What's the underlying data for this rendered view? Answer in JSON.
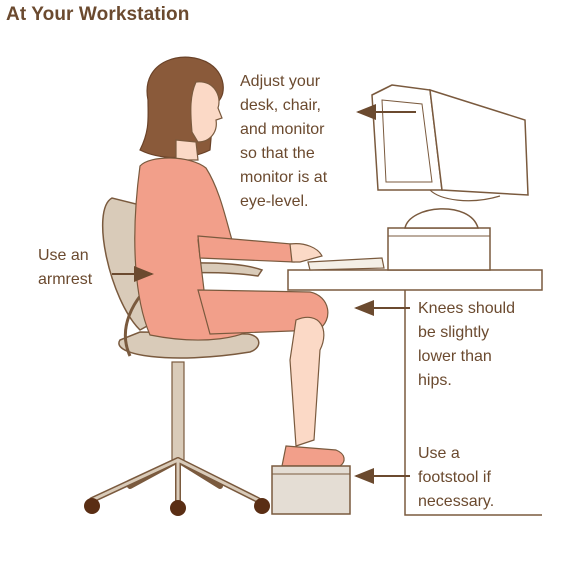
{
  "title": "At Your Workstation",
  "annotations": {
    "monitor": "Adjust your\ndesk, chair,\nand monitor\nso that the\nmonitor is at\neye-level.",
    "armrest": "Use an\narmrest",
    "knees": "Knees should\nbe slightly\nlower than\nhips.",
    "footstool": "Use a\nfootstool if\nnecessary."
  },
  "colors": {
    "text": "#6b4a2f",
    "outline": "#7a5a3e",
    "hair": "#8a5a3a",
    "skin": "#fbd9c6",
    "dress": "#f29f8a",
    "chair": "#d9cbb9",
    "caster": "#5a2e14",
    "monitor_fill": "#ffffff",
    "footstool": "#e4ddd4"
  }
}
